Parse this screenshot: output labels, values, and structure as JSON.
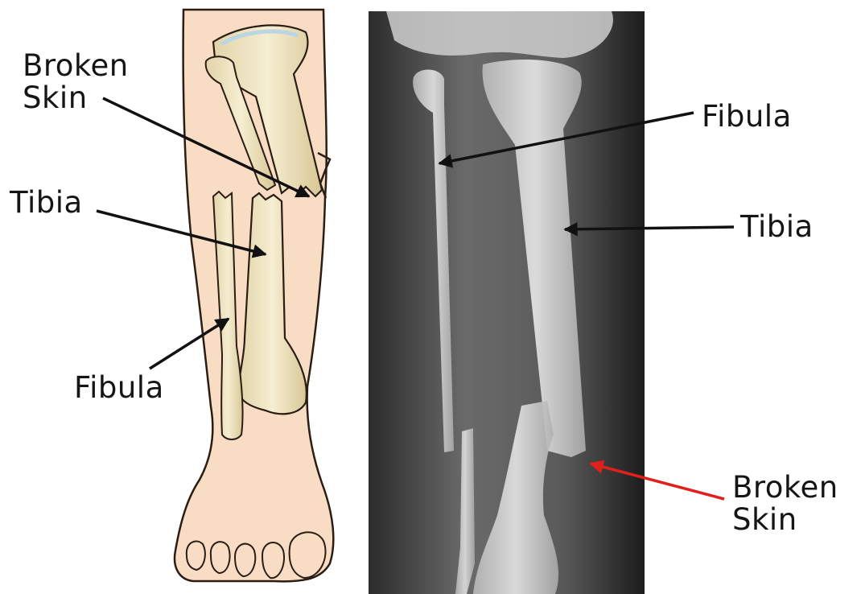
{
  "colors": {
    "skin": "#f9dcc4",
    "skin_outline": "#2a1e14",
    "bone": "#f1e7c6",
    "bone_shadow": "#d9c99a",
    "xray_background": "#1b1b1b",
    "label_text": "#151515",
    "arrow_black": "#111111",
    "arrow_red": "#e0201b"
  },
  "illustration": {
    "labels": {
      "broken_skin": [
        "Broken",
        "Skin"
      ],
      "tibia": "Tibia",
      "fibula": "Fibula"
    }
  },
  "xray": {
    "labels": {
      "fibula": "Fibula",
      "tibia": "Tibia",
      "broken_skin": [
        "Broken",
        "Skin"
      ]
    }
  }
}
